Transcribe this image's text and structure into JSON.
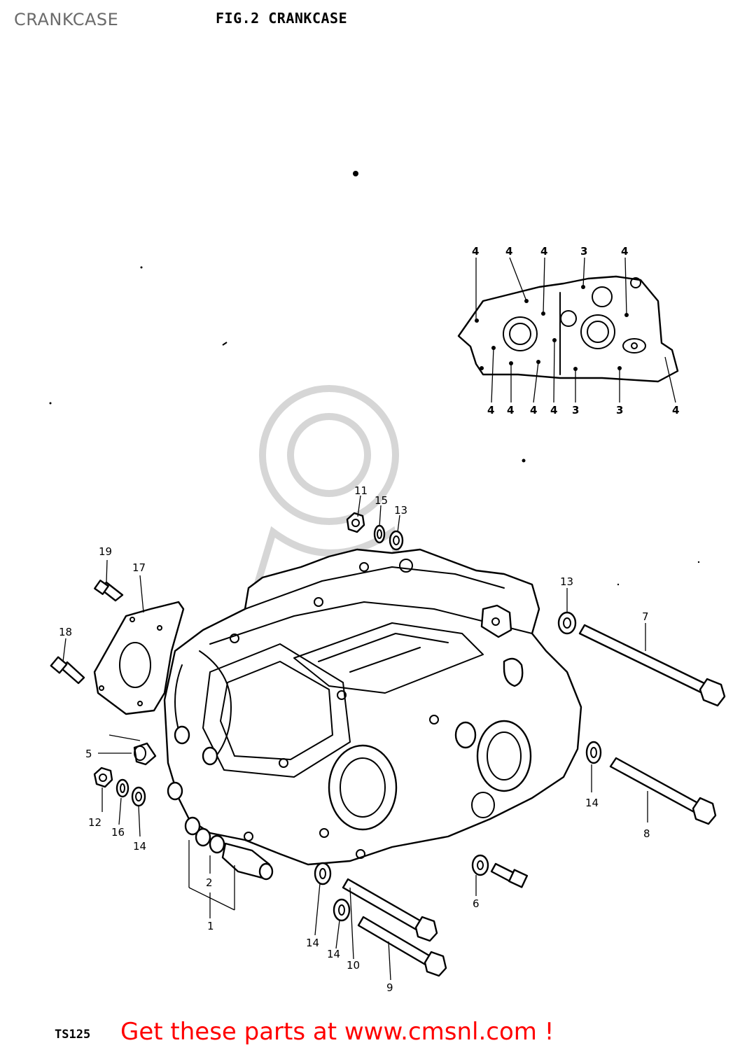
{
  "header": {
    "page_title": "CRANKCASE",
    "figure_caption": "FIG.2  CRANKCASE"
  },
  "footer": {
    "model_code": "TS125",
    "promo_link": "Get these parts at www.cmsnl.com !"
  },
  "diagram": {
    "inset_callouts_top": [
      "4",
      "4",
      "4",
      "3",
      "4"
    ],
    "inset_callouts_bottom": [
      "4",
      "4",
      "4",
      "4",
      "3",
      "3",
      "4"
    ],
    "part_callouts": [
      {
        "id": "p11",
        "label": "11"
      },
      {
        "id": "p15",
        "label": "15"
      },
      {
        "id": "p13a",
        "label": "13"
      },
      {
        "id": "p19",
        "label": "19"
      },
      {
        "id": "p17",
        "label": "17"
      },
      {
        "id": "p18",
        "label": "18"
      },
      {
        "id": "p13b",
        "label": "13"
      },
      {
        "id": "p7",
        "label": "7"
      },
      {
        "id": "p5",
        "label": "5"
      },
      {
        "id": "p12",
        "label": "12"
      },
      {
        "id": "p16",
        "label": "16"
      },
      {
        "id": "p14a",
        "label": "14"
      },
      {
        "id": "p14b",
        "label": "14"
      },
      {
        "id": "p8",
        "label": "8"
      },
      {
        "id": "p2",
        "label": "2"
      },
      {
        "id": "p1",
        "label": "1"
      },
      {
        "id": "p6",
        "label": "6"
      },
      {
        "id": "p14c",
        "label": "14"
      },
      {
        "id": "p14d",
        "label": "14"
      },
      {
        "id": "p10",
        "label": "10"
      },
      {
        "id": "p9",
        "label": "9"
      }
    ]
  }
}
